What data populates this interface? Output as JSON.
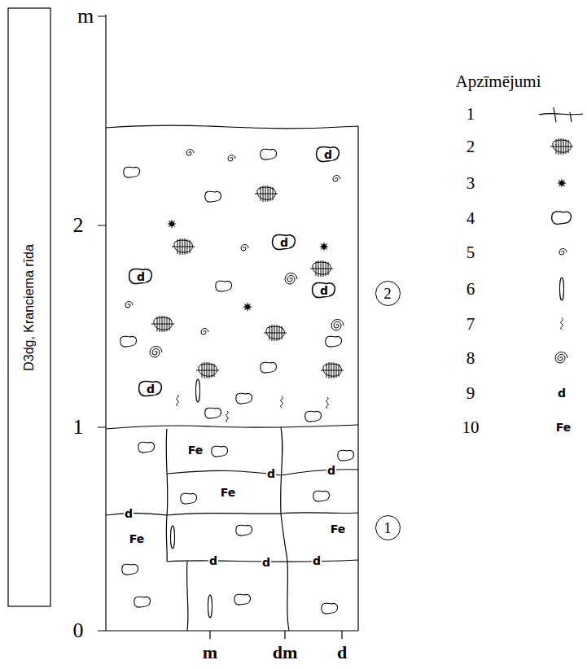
{
  "diagram": {
    "nodes": [
      {
        "text": [
          "2"
        ]
      },
      {
        "text": [
          "1"
        ]
      }
    ],
    "labels": [
      "m",
      "2",
      "1",
      "0",
      "D3dg, Kranciema rīda",
      "d",
      "d",
      "d",
      "d",
      "d",
      "Fe",
      "d",
      "d",
      "Fe",
      "d",
      "Fe",
      "Fe",
      "d",
      "d",
      "d",
      "m",
      "dm",
      "d",
      "Apzīmējumi",
      "d",
      "Fe"
    ],
    "legend": [
      {
        "text": "1"
      },
      {
        "text": "2"
      },
      {
        "text": "3"
      },
      {
        "text": "4"
      },
      {
        "text": "5"
      },
      {
        "text": "6"
      },
      {
        "text": "7"
      },
      {
        "text": "8"
      },
      {
        "text": "9"
      },
      {
        "text": "10"
      }
    ]
  }
}
